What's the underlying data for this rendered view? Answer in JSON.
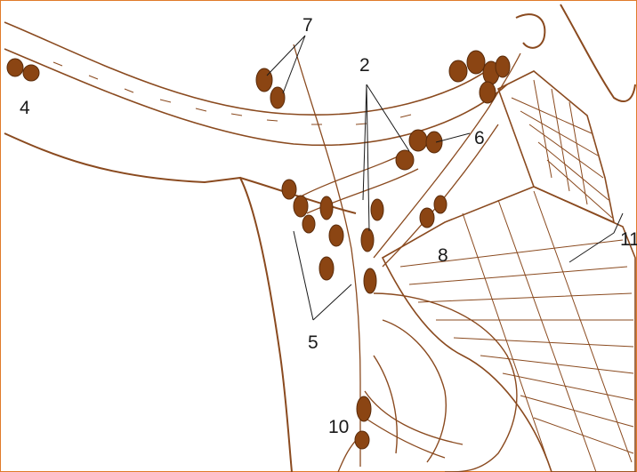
{
  "diagram": {
    "colors": {
      "ink": "#8a4a1f",
      "node": "#8b4513",
      "label": "#1a1a1a",
      "frame": "#e07a2a",
      "background": "#ffffff"
    },
    "labels": {
      "l2": "2",
      "l4": "4",
      "l5": "5",
      "l6": "6",
      "l7": "7",
      "l8": "8",
      "l10": "10",
      "l11": "11"
    }
  }
}
